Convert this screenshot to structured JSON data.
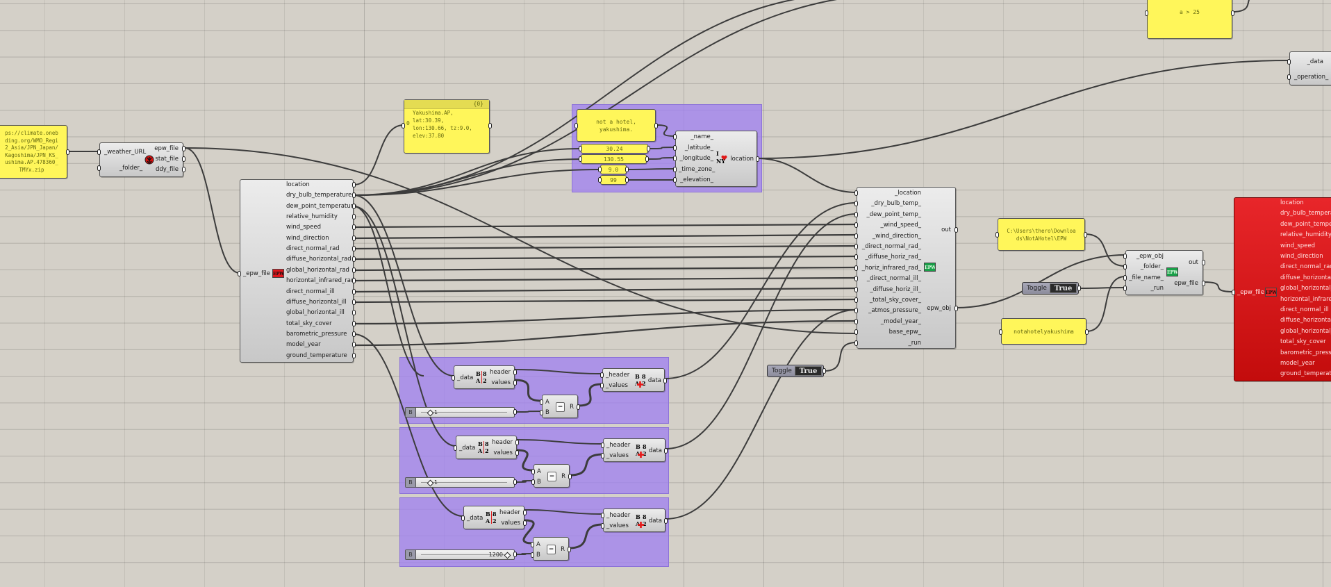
{
  "canvas": {
    "background": "#d4d0c8",
    "group_color": "#a486f0",
    "panel_color": "#fff65a",
    "wire_color": "#3c3c3c"
  },
  "url_panel": {
    "text": "ps://climate.oneb\nding.org/WMO_Regi\n2_Asia/JPN_Japan/\nKagoshima/JPN_KS_\nushima.AP.478360_\nTMYx.zip"
  },
  "download": {
    "inputs": [
      "_weather_URL",
      "_folder_"
    ],
    "outputs": [
      "epw_file",
      "stat_file",
      "ddy_file"
    ],
    "icon": "download-icon"
  },
  "location_panel": {
    "header": "{0}",
    "index": "0",
    "text": "Yakushima.AP,\nlat:30.39,\nlon:130.66, tz:9.0,\nelev:37.80"
  },
  "name_panel": {
    "text": "not a hotel,\nyakushima."
  },
  "lat_panel": {
    "text": "30.24"
  },
  "lon_panel": {
    "text": "130.55"
  },
  "tz_panel": {
    "text": "9.0"
  },
  "elev_panel": {
    "text": "99"
  },
  "construct_location": {
    "inputs": [
      "_name_",
      "_latitude_",
      "_longitude_",
      "_time_zone_",
      "_elevation_"
    ],
    "outputs": [
      "location"
    ],
    "icon_top": "I",
    "icon_bottom": "NY"
  },
  "import_epw": {
    "inputs": [
      "_epw_file"
    ],
    "icon": "EPW",
    "outputs": [
      "location",
      "dry_bulb_temperature",
      "dew_point_temperature",
      "relative_humidity",
      "wind_speed",
      "wind_direction",
      "direct_normal_rad",
      "diffuse_horizontal_rad",
      "global_horizontal_rad",
      "horizontal_infrared_rad",
      "direct_normal_ill",
      "diffuse_horizontal_ill",
      "global_horizontal_ill",
      "total_sky_cover",
      "barometric_pressure",
      "model_year",
      "ground_temperature"
    ]
  },
  "modify_epw": {
    "inputs": [
      "_location",
      "_dry_bulb_temp_",
      "_dew_point_temp_",
      "_wind_speed_",
      "_wind_direction_",
      "_direct_normal_rad_",
      "_diffuse_horiz_rad_",
      "_horiz_infrared_rad_",
      "_direct_normal_ill_",
      "_diffuse_horiz_ill_",
      "_total_sky_cover_",
      "_atmos_pressure_",
      "_model_year_",
      "base_epw_",
      "_run"
    ],
    "outputs": [
      "out",
      "epw_obj"
    ],
    "icon": "EPW"
  },
  "folder_panel": {
    "text": "C:\\Users\\thero\\Downloa\nds\\NotAHotel\\EPW"
  },
  "filename_panel": {
    "text": "notahotelyakushima"
  },
  "toggle_1": {
    "label": "Toggle",
    "value": "True"
  },
  "toggle_2": {
    "label": "Toggle",
    "value": "True"
  },
  "write_epw": {
    "inputs": [
      "_epw_obj",
      "_folder_",
      "_file_name_",
      "_run"
    ],
    "outputs": [
      "out",
      "epw_file"
    ],
    "icon": "EPW"
  },
  "import_epw_2": {
    "inputs": [
      "_epw_file"
    ],
    "icon": "EPW",
    "outputs": [
      "location",
      "dry_bulb_temperature",
      "dew_point_temperature",
      "relative_humidity",
      "wind_speed",
      "wind_direction",
      "direct_normal_rad",
      "diffuse_horizontal_rad",
      "global_horizontal_rad",
      "horizontal_infrared_rad",
      "direct_normal_ill",
      "diffuse_horizontal_ill",
      "global_horizontal_ill",
      "total_sky_cover",
      "barometric_pressure",
      "model_year",
      "ground_temperature"
    ]
  },
  "condition_panel": {
    "text": "a > 25"
  },
  "apply_operation": {
    "inputs": [
      "_data",
      "_operation_"
    ],
    "icon_text": "D"
  },
  "math_groups": [
    {
      "deconstruct": {
        "inputs": [
          "_data"
        ],
        "outputs": [
          "header",
          "values"
        ]
      },
      "subtract": {
        "inputs": [
          "A",
          "B"
        ],
        "outputs": [
          "R"
        ],
        "op": "−"
      },
      "slider": {
        "label": "B",
        "value": "1"
      },
      "construct": {
        "inputs": [
          "_header",
          "_values"
        ],
        "outputs": [
          "data"
        ]
      }
    },
    {
      "deconstruct": {
        "inputs": [
          "_data"
        ],
        "outputs": [
          "header",
          "values"
        ]
      },
      "subtract": {
        "inputs": [
          "A",
          "B"
        ],
        "outputs": [
          "R"
        ],
        "op": "−"
      },
      "slider": {
        "label": "B",
        "value": "1"
      },
      "construct": {
        "inputs": [
          "_header",
          "_values"
        ],
        "outputs": [
          "data"
        ]
      }
    },
    {
      "deconstruct": {
        "inputs": [
          "_data"
        ],
        "outputs": [
          "header",
          "values"
        ]
      },
      "subtract": {
        "inputs": [
          "A",
          "B"
        ],
        "outputs": [
          "R"
        ],
        "op": "−"
      },
      "slider": {
        "label": "B",
        "value": "1200"
      },
      "construct": {
        "inputs": [
          "_header",
          "_values"
        ],
        "outputs": [
          "data"
        ]
      }
    }
  ],
  "icon_glyphs": {
    "ba_top": "B",
    "ba_num_top": "8",
    "ba_bottom": "A",
    "ba_num_bottom": "2"
  }
}
